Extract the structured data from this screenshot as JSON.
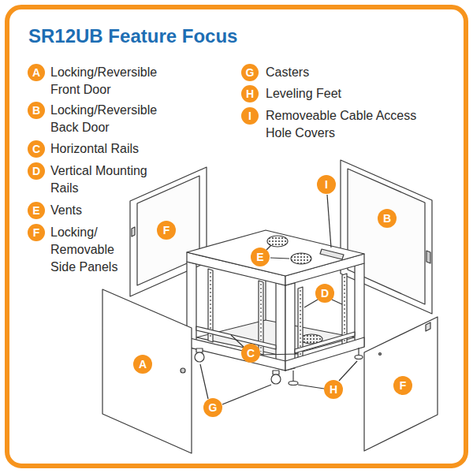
{
  "diagram": {
    "title": "SR12UB Feature Focus",
    "nodes": [
      {
        "text": [
          "A"
        ]
      },
      {
        "text": [
          "B"
        ]
      },
      {
        "text": [
          "C"
        ]
      },
      {
        "text": [
          "D"
        ]
      },
      {
        "text": [
          "E"
        ]
      },
      {
        "text": [
          "F"
        ]
      },
      {
        "text": [
          "G"
        ]
      },
      {
        "text": [
          "H"
        ]
      },
      {
        "text": [
          "I"
        ]
      },
      {
        "text": [
          "I"
        ]
      },
      {
        "text": [
          "B"
        ]
      },
      {
        "text": [
          "F"
        ]
      },
      {
        "text": [
          "E"
        ]
      },
      {
        "text": [
          "D"
        ]
      },
      {
        "text": [
          "C"
        ]
      },
      {
        "text": [
          "A"
        ]
      },
      {
        "text": [
          "F"
        ]
      },
      {
        "text": [
          "H"
        ]
      },
      {
        "text": [
          "G"
        ]
      }
    ],
    "labels": [
      "Locking/Reversible Front Door",
      "Locking/Reversible Back Door",
      "Horizontal Rails",
      "Vertical Mounting Rails",
      "Vents",
      "Locking/ Removable Side Panels",
      "Casters",
      "Leveling Feet",
      "Removeable Cable Access Hole Covers"
    ]
  }
}
